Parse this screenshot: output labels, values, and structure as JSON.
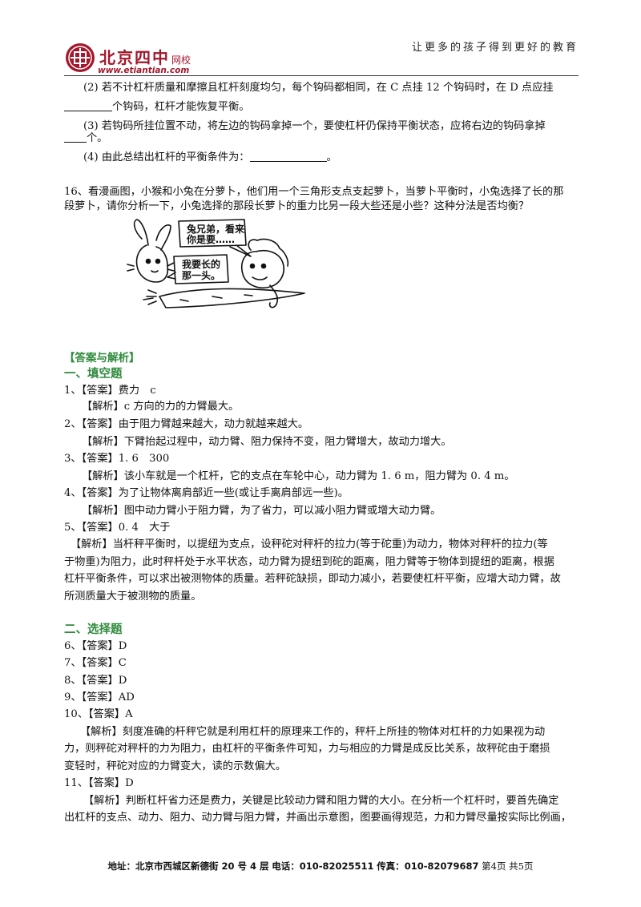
{
  "header": {
    "logo_name": "北京四中",
    "logo_suffix": "网校",
    "logo_url": "www.etiantian.com",
    "slogan": "让更多的孩子得到更好的教育"
  },
  "q15": {
    "l1": "(2) 若不计杠杆质量和摩擦且杠杆刻度均匀，每个钩码都相同，在 C 点挂 12 个钩码时，在 D 点应挂",
    "l2": "个钩码，杠杆才能恢复平衡。",
    "l3": "(3) 若钩码所挂位置不动，将左边的钩码拿掉一个，要使杠杆仍保持平衡状态，应将右边的钩码拿掉",
    "l4": "个。",
    "l5a": "(4) 由此总结出杠杆的平衡条件为：",
    "l5b": "。"
  },
  "q16": {
    "l1": "16、看漫画图，小猴和小兔在分萝卜，他们用一个三角形支点支起萝卜，当萝卜平衡时，小兔选择了长的那",
    "l2": "段萝卜，请你分析一下，小兔选择的那段长萝卜的重力比另一段大些还是小些？这种分法是否均衡？",
    "bubble_monkey_1": "兔兄弟，看来",
    "bubble_monkey_2": "你是要……",
    "bubble_rabbit_1": "我要长的",
    "bubble_rabbit_2": "那一头。"
  },
  "answers": {
    "title": "【答案与解析】",
    "sec1": "一、填空题",
    "a1": "1、【答案】费力　c",
    "e1": "【解析】c 方向的力的力臂最大。",
    "a2": "2、【答案】由于阻力臂越来越大，动力就越来越大。",
    "e2": "【解析】下臂抬起过程中，动力臂、阻力保持不变，阻力臂增大，故动力增大。",
    "a3": "3、【答案】1. 6　300",
    "e3": "【解析】该小车就是一个杠杆，它的支点在车轮中心，动力臂为 1. 6  m，阻力臂为 0. 4  m。",
    "a4": "4、【答案】为了让物体离肩部近一些(或让手离肩部远一些)。",
    "e4": "【解析】图中动力臂小于阻力臂，为了省力，可以减小阻力臂或增大动力臂。",
    "a5": "5、【答案】0. 4　大于",
    "e5_1": "【解析】当杆秤平衡时，以提纽为支点，设秤砣对秤杆的拉力(等于砣重)为动力，物体对秤杆的拉力(等",
    "e5_2": "于物重)为阻力，此时秤杆处于水平状态，动力臂为提纽到砣的距离，阻力臂等于物体到提纽的距离，根据",
    "e5_3": "杠杆平衡条件，可以求出被测物体的质量。若秤砣缺损，即动力减小，若要使杠杆平衡，应增大动力臂，故",
    "e5_4": "所测质量大于被测物的质量。",
    "sec2": "二、选择题",
    "a6": "6、【答案】D",
    "a7": "7、【答案】C",
    "a8": "8、【答案】D",
    "a9": "9、【答案】AD",
    "a10": "10、【答案】A",
    "e10_1": "【解析】刻度准确的杆秤它就是利用杠杆的原理来工作的，秤杆上所挂的物体对杠杆的力如果视为动",
    "e10_2": "力，则秤砣对秤杆的力为阻力，由杠杆的平衡条件可知，力与相应的力臂是成反比关系，故秤砣由于磨损",
    "e10_3": "变轻时，秤砣对应的力臂变大，读的示数偏大。",
    "a11": "11、【答案】D",
    "e11_1": "【解析】判断杠杆省力还是费力，关键是比较动力臂和阻力臂的大小。在分析一个杠杆时，要首先确定",
    "e11_2": "出杠杆的支点、动力、阻力、动力臂与阻力臂，并画出示意图，图要画得规范，力和力臂尽量按实际比例画，"
  },
  "footer": {
    "address_label": "地址：",
    "address": "北京市西城区新德街 20 号 4 层",
    "phone_label": "电话：",
    "phone": "010-82025511",
    "fax_label": "传真：",
    "fax": "010-82079687",
    "page": "第4页  共5页"
  }
}
